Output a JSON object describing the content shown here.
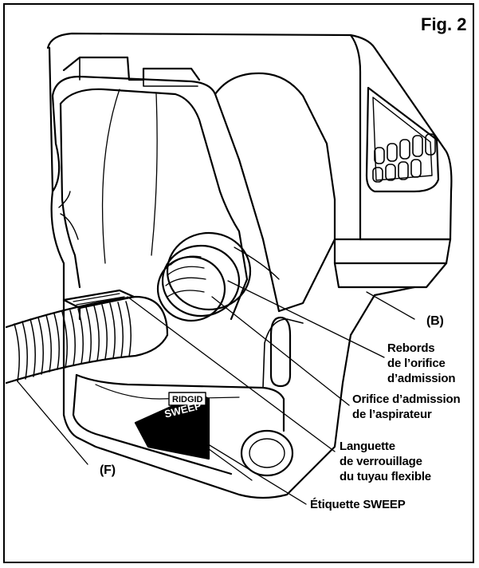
{
  "figure": {
    "title": "Fig. 2",
    "labels": {
      "b": "(B)",
      "rebords": [
        "Rebords",
        "de l’orifice",
        "d’admission"
      ],
      "orifice": [
        "Orifice d’admission",
        "de l’aspirateur"
      ],
      "languette": [
        "Languette",
        "de verrouillage",
        "du tuyau flexible"
      ],
      "sweep": "Étiquette SWEEP",
      "f": "(F)"
    },
    "sticker": {
      "brand": "RIDGID",
      "word": "SWEEP"
    }
  }
}
